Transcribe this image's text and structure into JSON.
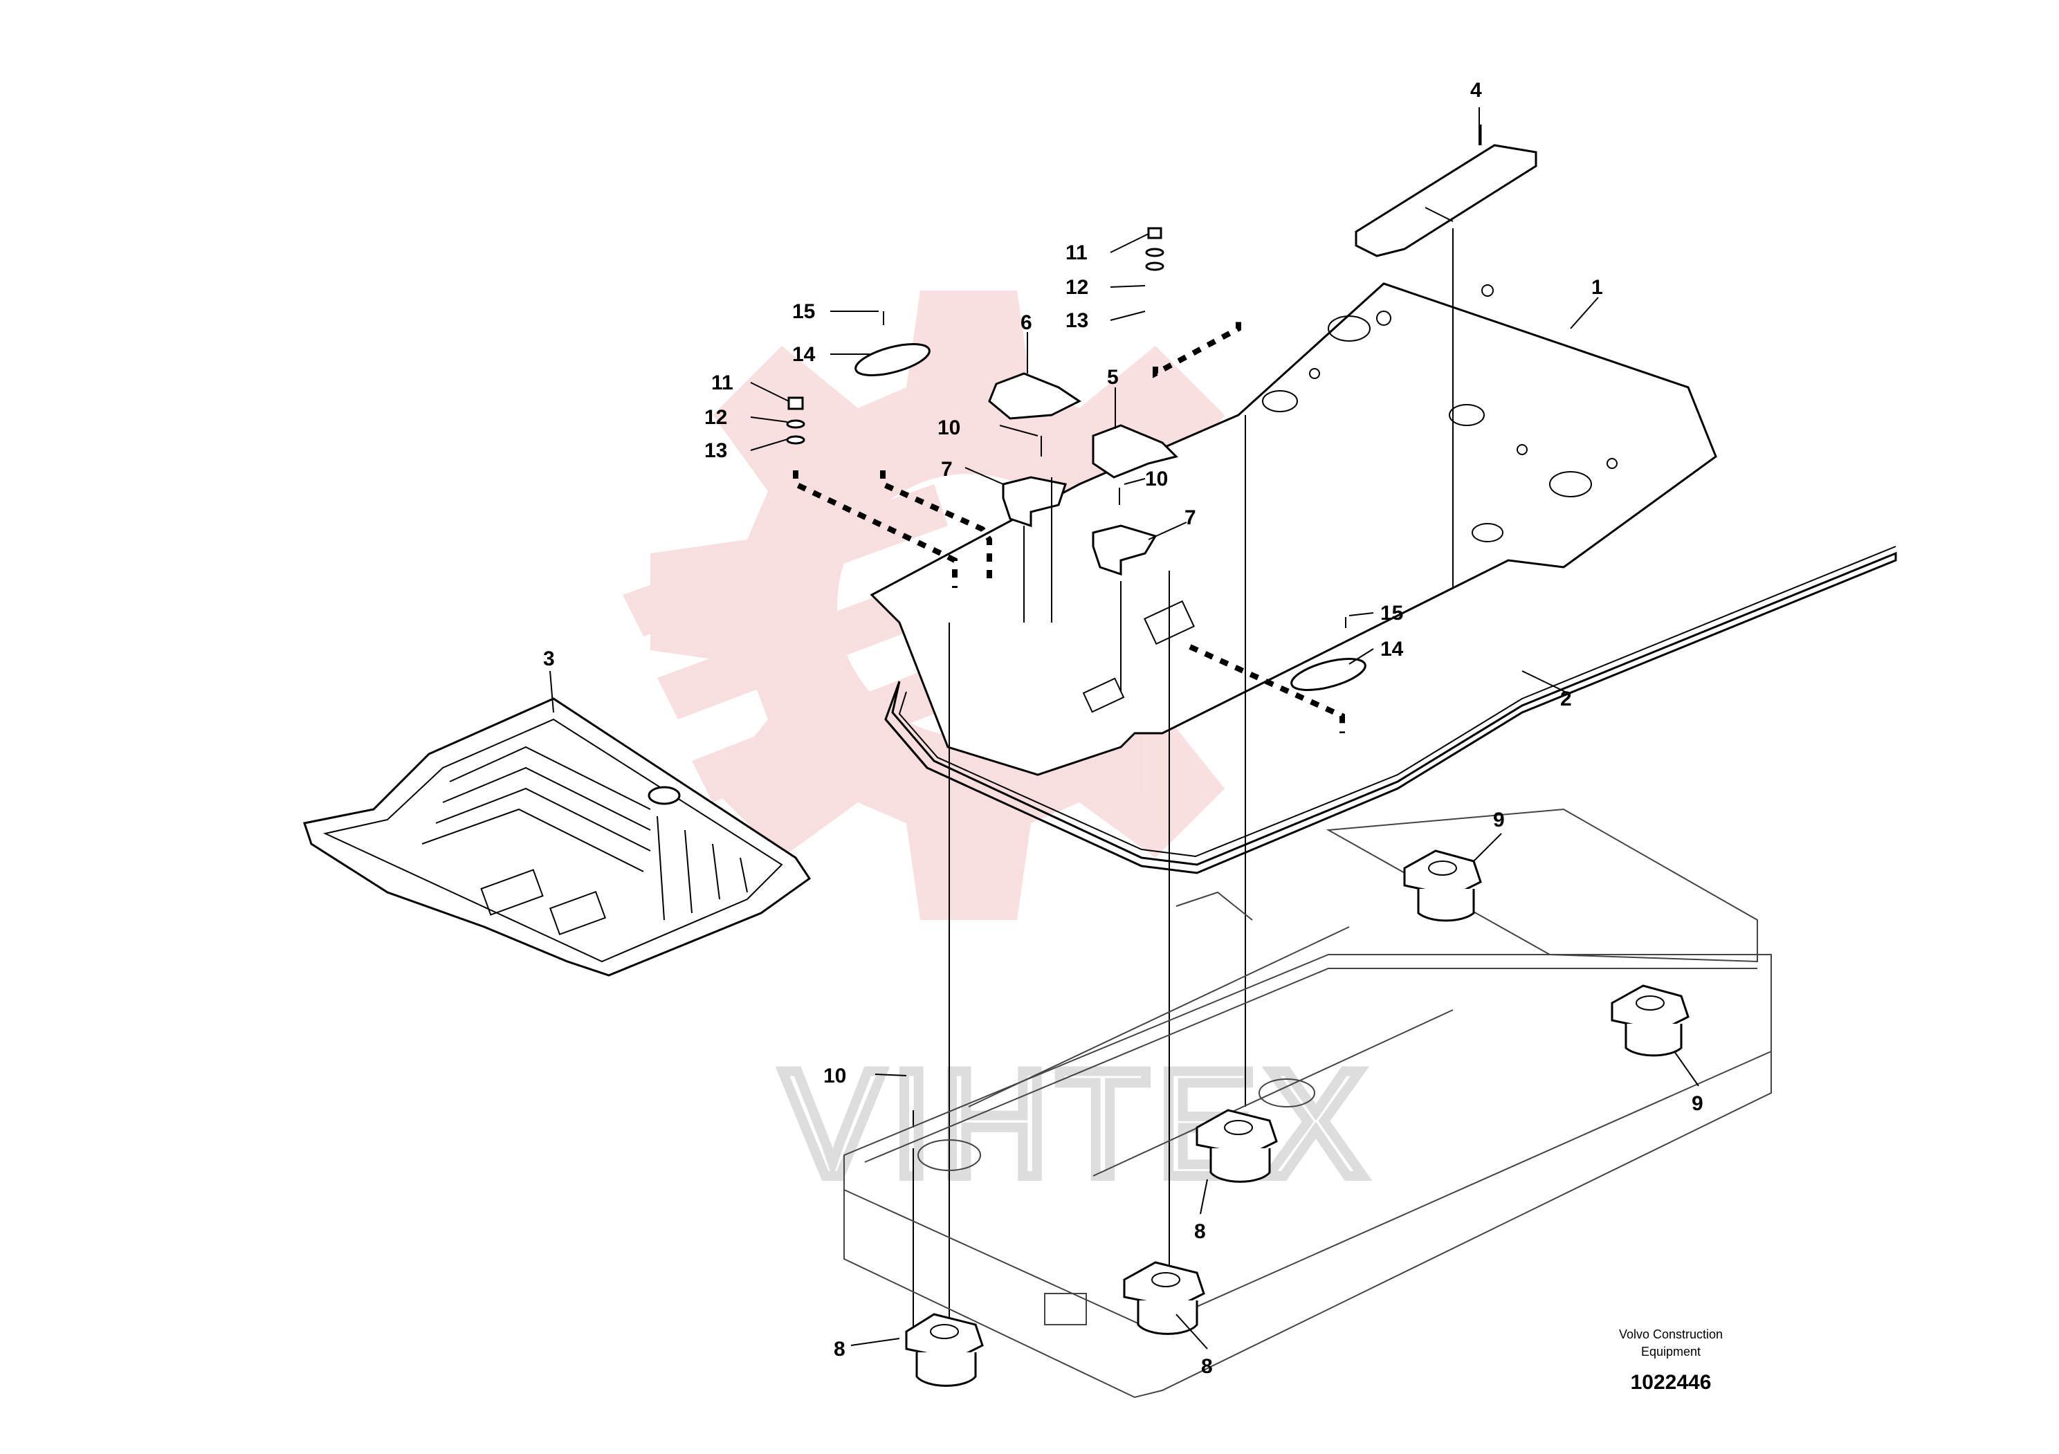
{
  "diagram": {
    "callouts": [
      {
        "id": "c1",
        "label": "1"
      },
      {
        "id": "c2",
        "label": "2"
      },
      {
        "id": "c3",
        "label": "3"
      },
      {
        "id": "c4",
        "label": "4"
      },
      {
        "id": "c5",
        "label": "5"
      },
      {
        "id": "c6",
        "label": "6"
      },
      {
        "id": "c7a",
        "label": "7"
      },
      {
        "id": "c7b",
        "label": "7"
      },
      {
        "id": "c8a",
        "label": "8"
      },
      {
        "id": "c8b",
        "label": "8"
      },
      {
        "id": "c8c",
        "label": "8"
      },
      {
        "id": "c9a",
        "label": "9"
      },
      {
        "id": "c9b",
        "label": "9"
      },
      {
        "id": "c10a",
        "label": "10"
      },
      {
        "id": "c10b",
        "label": "10"
      },
      {
        "id": "c10c",
        "label": "10"
      },
      {
        "id": "c11a",
        "label": "11"
      },
      {
        "id": "c11b",
        "label": "11"
      },
      {
        "id": "c12a",
        "label": "12"
      },
      {
        "id": "c12b",
        "label": "12"
      },
      {
        "id": "c13a",
        "label": "13"
      },
      {
        "id": "c13b",
        "label": "13"
      },
      {
        "id": "c14a",
        "label": "14"
      },
      {
        "id": "c14b",
        "label": "14"
      },
      {
        "id": "c15a",
        "label": "15"
      },
      {
        "id": "c15b",
        "label": "15"
      }
    ],
    "footer": {
      "company_line1": "Volvo Construction",
      "company_line2": "Equipment",
      "drawing_number": "1022446"
    },
    "watermark": {
      "text": "VIHTEX",
      "logo_color": "#f2b8b8",
      "text_color": "#dddddd"
    }
  }
}
